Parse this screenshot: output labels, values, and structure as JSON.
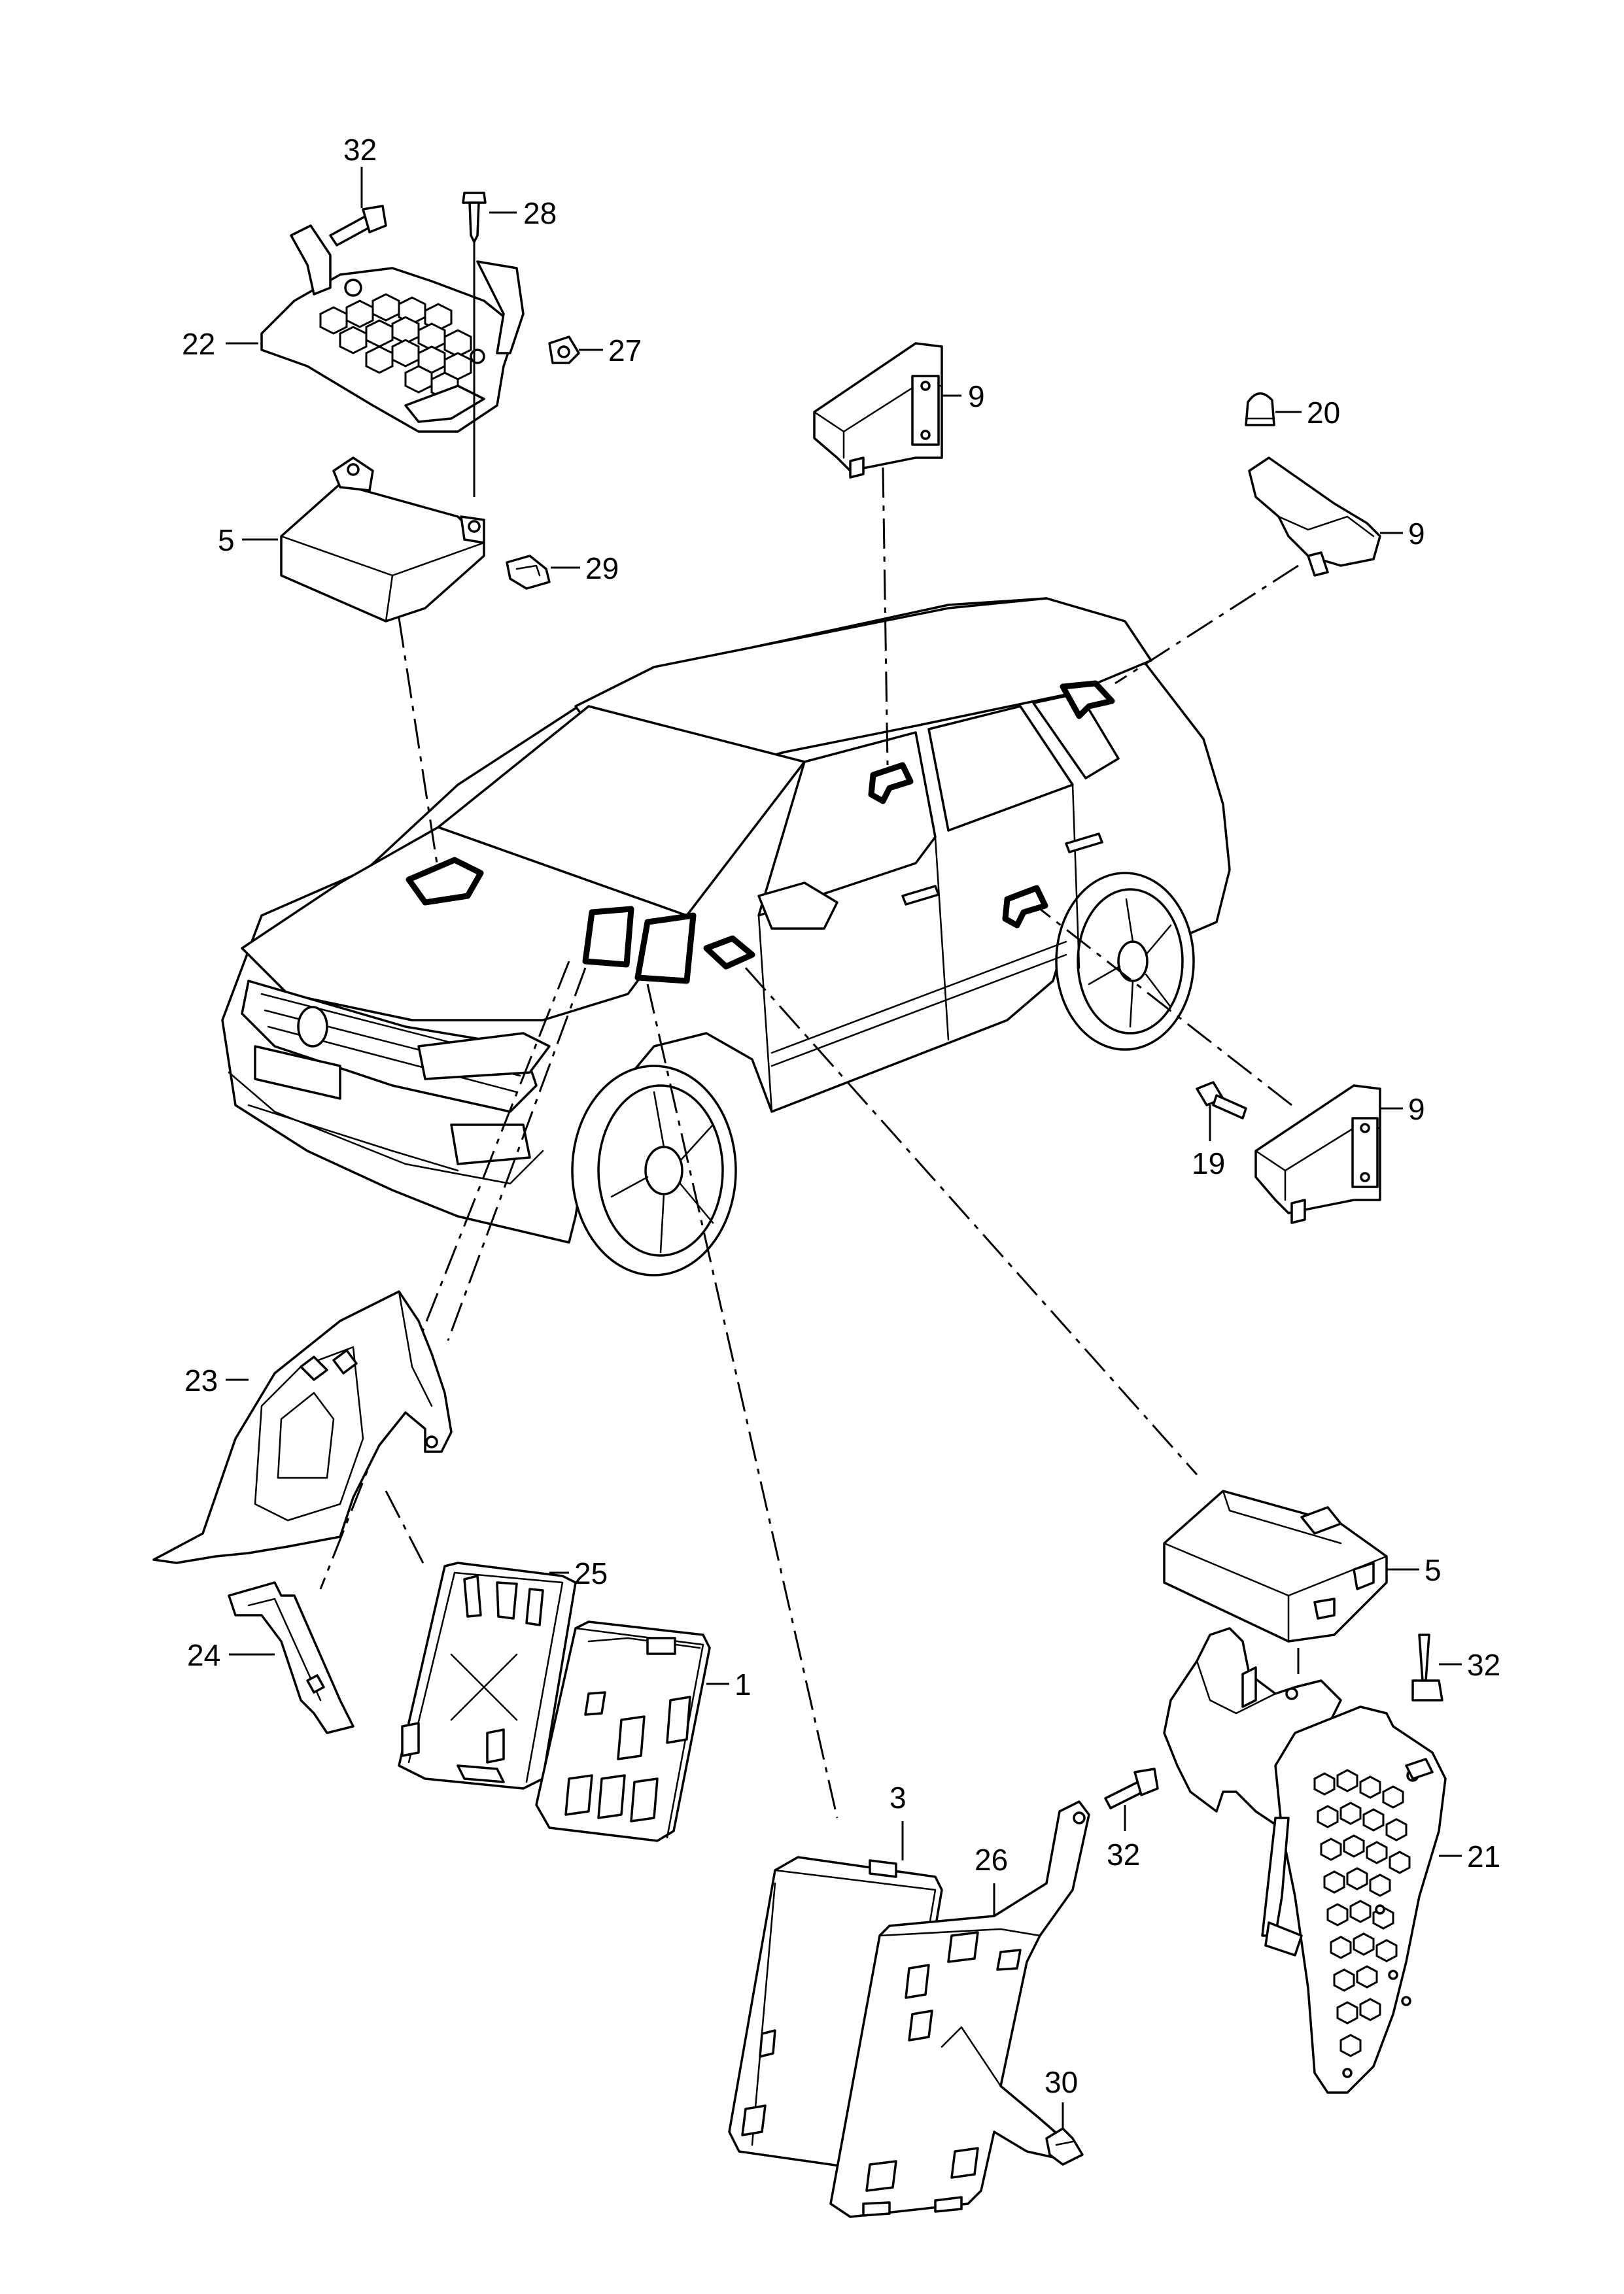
{
  "callouts": [
    {
      "label": "32"
    },
    {
      "label": "28"
    },
    {
      "label": "22"
    },
    {
      "label": "27"
    },
    {
      "label": "5"
    },
    {
      "label": "29"
    },
    {
      "label": "9"
    },
    {
      "label": "20"
    },
    {
      "label": "9"
    },
    {
      "label": "9"
    },
    {
      "label": "19"
    },
    {
      "label": "23"
    },
    {
      "label": "25"
    },
    {
      "label": "1"
    },
    {
      "label": "24"
    },
    {
      "label": "5"
    },
    {
      "label": "32"
    },
    {
      "label": "21"
    },
    {
      "label": "3"
    },
    {
      "label": "26"
    },
    {
      "label": "32"
    },
    {
      "label": "30"
    }
  ]
}
